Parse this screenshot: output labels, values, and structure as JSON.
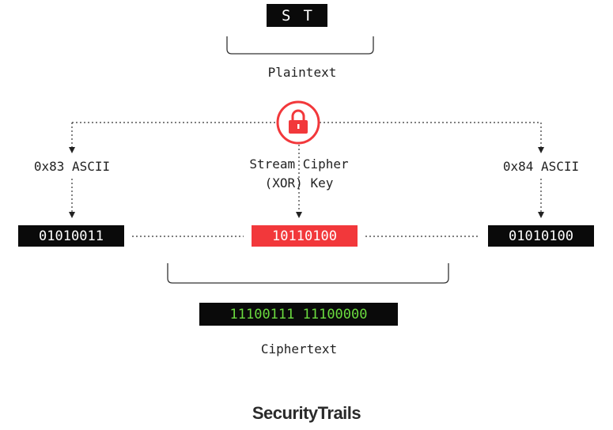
{
  "plaintext": {
    "chars": [
      "S",
      "T"
    ],
    "label": "Plaintext"
  },
  "lock": {
    "icon": "lock-icon",
    "color": "#f2383b"
  },
  "left_branch": {
    "label": "0x83 ASCII",
    "binary": "01010011"
  },
  "center_branch": {
    "label_line1": "Stream Cipher",
    "label_line2": "(XOR) Key",
    "binary": "10110100"
  },
  "right_branch": {
    "label": "0x84 ASCII",
    "binary": "01010100"
  },
  "ciphertext": {
    "value": "11100111 11100000",
    "label": "Ciphertext"
  },
  "branding": {
    "logo_text": "SecurityTrails"
  },
  "colors": {
    "accent": "#f2383b",
    "cipher_text": "#6bdb3f",
    "box_bg": "#0a0a0a"
  }
}
